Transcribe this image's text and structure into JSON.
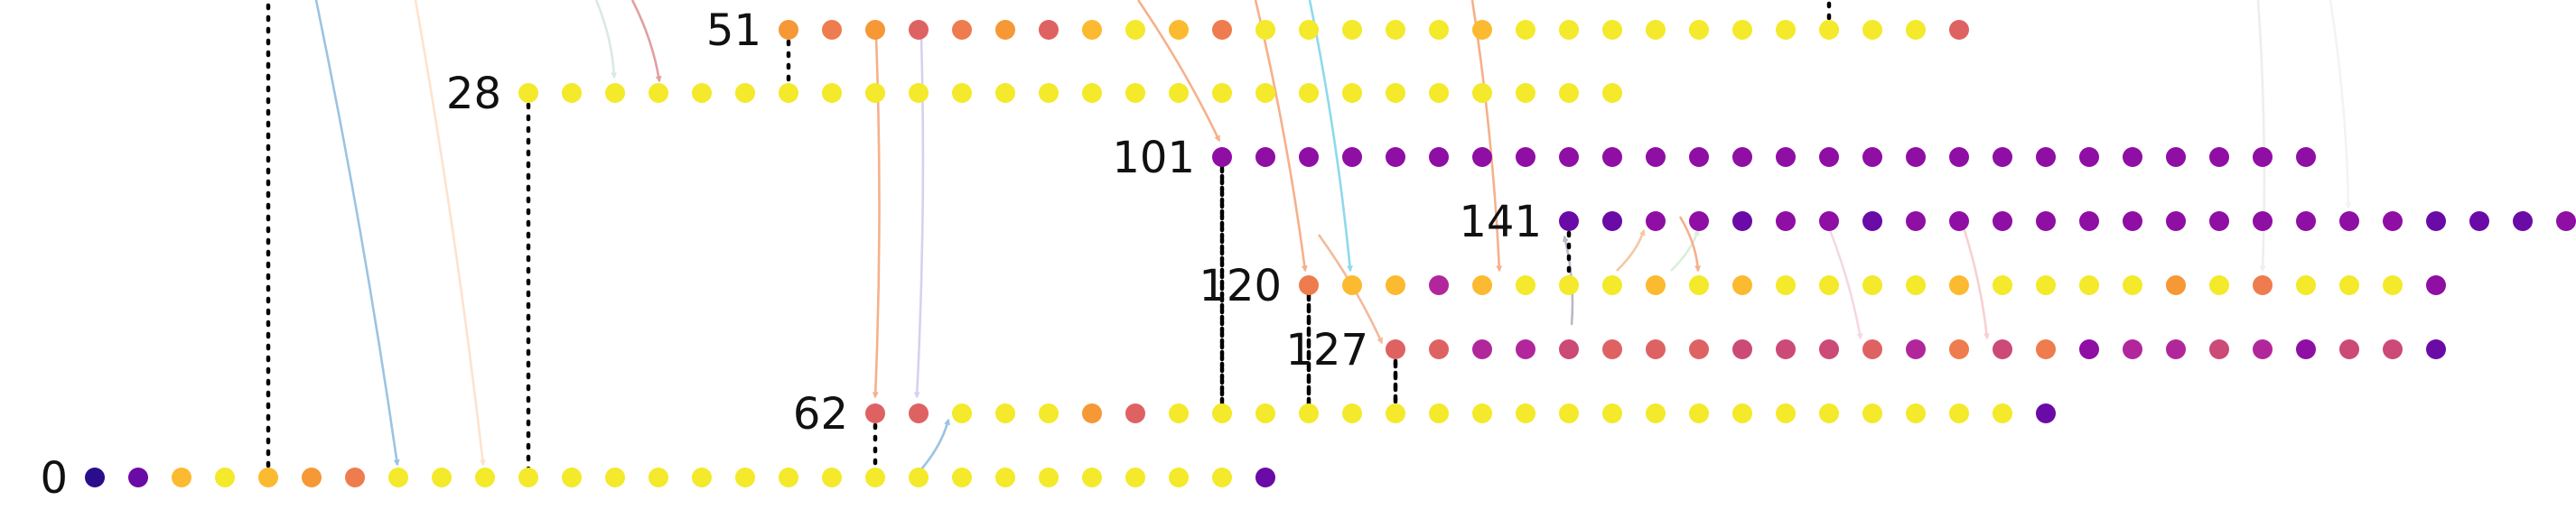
{
  "palette": {
    "indigo": "#2a0d8a",
    "purple": "#6a0aa7",
    "violet": "#8f0ea4",
    "magenta": "#b1279b",
    "pink": "#cc4a77",
    "salmon": "#df6263",
    "coral": "#ee7c4e",
    "orange": "#f69836",
    "amber": "#fbba2f",
    "yellow": "#f4e92a"
  },
  "rows": [
    {
      "label": "51",
      "parent": "28",
      "nodes": [
        "orange",
        "coral",
        "orange",
        "salmon",
        "coral",
        "orange",
        "salmon",
        "amber",
        "yellow",
        "amber",
        "coral",
        "yellow",
        "yellow",
        "yellow",
        "yellow",
        "yellow",
        "amber",
        "yellow",
        "yellow",
        "yellow",
        "yellow",
        "yellow",
        "yellow",
        "yellow",
        "yellow",
        "yellow",
        "yellow",
        "salmon"
      ]
    },
    {
      "label": "28",
      "parent": "0",
      "nodes": [
        "yellow",
        "yellow",
        "yellow",
        "yellow",
        "yellow",
        "yellow",
        "yellow",
        "yellow",
        "yellow",
        "yellow",
        "yellow",
        "yellow",
        "yellow",
        "yellow",
        "yellow",
        "yellow",
        "yellow",
        "yellow",
        "yellow",
        "yellow",
        "yellow",
        "yellow",
        "yellow",
        "yellow",
        "yellow",
        "yellow"
      ]
    },
    {
      "label": "101",
      "parent": "62",
      "nodes": [
        "violet",
        "violet",
        "violet",
        "violet",
        "violet",
        "violet",
        "violet",
        "violet",
        "violet",
        "violet",
        "violet",
        "violet",
        "violet",
        "violet",
        "violet",
        "violet",
        "violet",
        "violet",
        "violet",
        "violet",
        "violet",
        "violet",
        "violet",
        "violet",
        "violet",
        "violet"
      ]
    },
    {
      "label": "141",
      "parent": "120",
      "nodes": [
        "purple",
        "purple",
        "violet",
        "violet",
        "purple",
        "violet",
        "violet",
        "purple",
        "violet",
        "violet",
        "violet",
        "violet",
        "violet",
        "violet",
        "violet",
        "violet",
        "violet",
        "violet",
        "violet",
        "violet",
        "purple",
        "purple",
        "purple",
        "violet"
      ]
    },
    {
      "label": "120",
      "parent": "62",
      "nodes": [
        "coral",
        "amber",
        "amber",
        "magenta",
        "amber",
        "yellow",
        "yellow",
        "yellow",
        "amber",
        "yellow",
        "amber",
        "yellow",
        "yellow",
        "yellow",
        "yellow",
        "amber",
        "yellow",
        "yellow",
        "yellow",
        "yellow",
        "orange",
        "yellow",
        "coral",
        "yellow",
        "yellow",
        "yellow",
        "violet"
      ]
    },
    {
      "label": "127",
      "parent": "62",
      "nodes": [
        "salmon",
        "salmon",
        "magenta",
        "magenta",
        "pink",
        "salmon",
        "salmon",
        "salmon",
        "pink",
        "pink",
        "pink",
        "salmon",
        "magenta",
        "coral",
        "pink",
        "coral",
        "violet",
        "magenta",
        "magenta",
        "pink",
        "magenta",
        "violet",
        "pink",
        "pink",
        "purple"
      ]
    },
    {
      "label": "62",
      "parent": "0",
      "nodes": [
        "salmon",
        "salmon",
        "yellow",
        "yellow",
        "yellow",
        "orange",
        "salmon",
        "yellow",
        "yellow",
        "yellow",
        "yellow",
        "yellow",
        "yellow",
        "yellow",
        "yellow",
        "yellow",
        "yellow",
        "yellow",
        "yellow",
        "yellow",
        "yellow",
        "yellow",
        "yellow",
        "yellow",
        "yellow",
        "yellow",
        "yellow",
        "purple"
      ]
    },
    {
      "label": "0",
      "parent": "",
      "nodes": [
        "indigo",
        "purple",
        "amber",
        "yellow",
        "amber",
        "orange",
        "coral",
        "yellow",
        "yellow",
        "yellow",
        "yellow",
        "yellow",
        "yellow",
        "yellow",
        "yellow",
        "yellow",
        "yellow",
        "yellow",
        "yellow",
        "yellow",
        "yellow",
        "yellow",
        "yellow",
        "yellow",
        "yellow",
        "yellow",
        "yellow",
        "purple"
      ]
    }
  ]
}
